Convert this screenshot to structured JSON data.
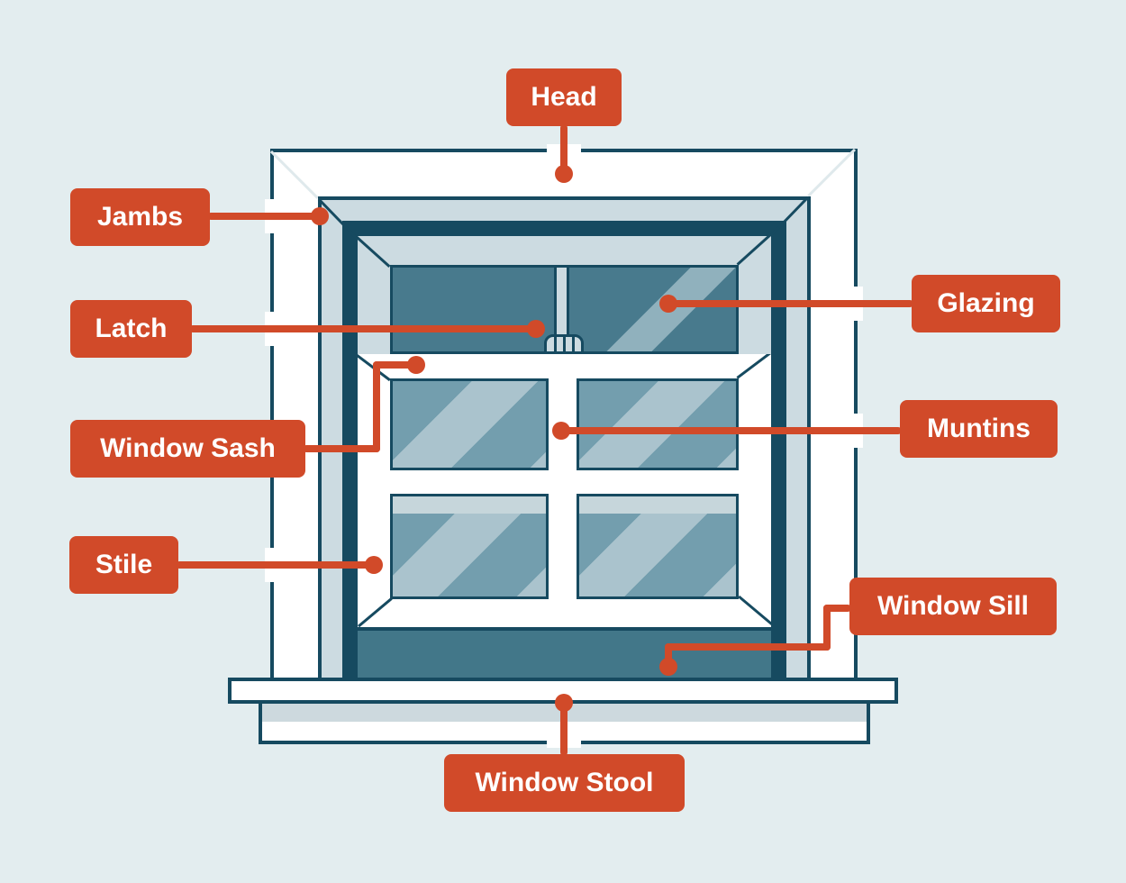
{
  "diagram": {
    "subject": "Window Parts Diagram",
    "labels": [
      {
        "id": "head",
        "text": "Head"
      },
      {
        "id": "jambs",
        "text": "Jambs"
      },
      {
        "id": "latch",
        "text": "Latch"
      },
      {
        "id": "window-sash",
        "text": "Window Sash"
      },
      {
        "id": "stile",
        "text": "Stile"
      },
      {
        "id": "glazing",
        "text": "Glazing"
      },
      {
        "id": "muntins",
        "text": "Muntins"
      },
      {
        "id": "window-sill",
        "text": "Window Sill"
      },
      {
        "id": "window-stool",
        "text": "Window Stool"
      }
    ],
    "colors": {
      "accent": "#d14a29",
      "outline": "#164a60",
      "frame_gray": "#ccdbe1",
      "frame_gray_2": "#cdd9de",
      "glass_dark": "#487a8d",
      "glass_dark_stripe": "#90b1bd",
      "glass_light": "#739eae",
      "glass_light_stripe": "#aac3cd",
      "glass_band": "#c6d6db",
      "sill": "#427789",
      "bg": "#e3edef",
      "miter_light": "#dfe9ec",
      "label_text": "#ffffff"
    }
  }
}
